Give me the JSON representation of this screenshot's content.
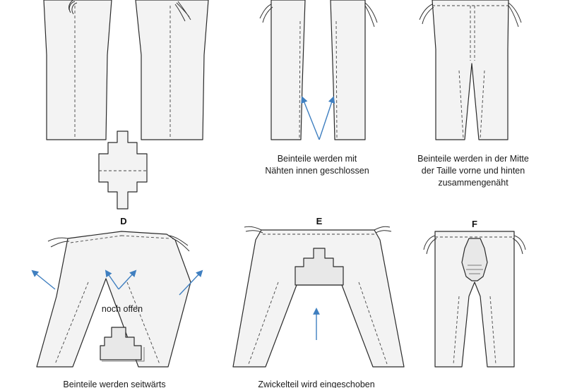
{
  "steps": {
    "b": {
      "caption_line1": "Beinteile werden mit",
      "caption_line2": "Nähten innen geschlossen"
    },
    "c": {
      "caption_line1": "Beinteile werden in der Mitte",
      "caption_line2": "der Taille vorne und hinten",
      "caption_line3": "zusammengenäht"
    },
    "d": {
      "label": "D",
      "annotation": "noch offen",
      "caption": "Beinteile werden seitwärts"
    },
    "e": {
      "label": "E",
      "caption": "Zwickelteil wird eingeschoben"
    },
    "f": {
      "label": "F"
    }
  },
  "colors": {
    "arrow": "#3f7fc0",
    "outline": "#2a2a2a",
    "fabric": "#f3f3f3"
  }
}
